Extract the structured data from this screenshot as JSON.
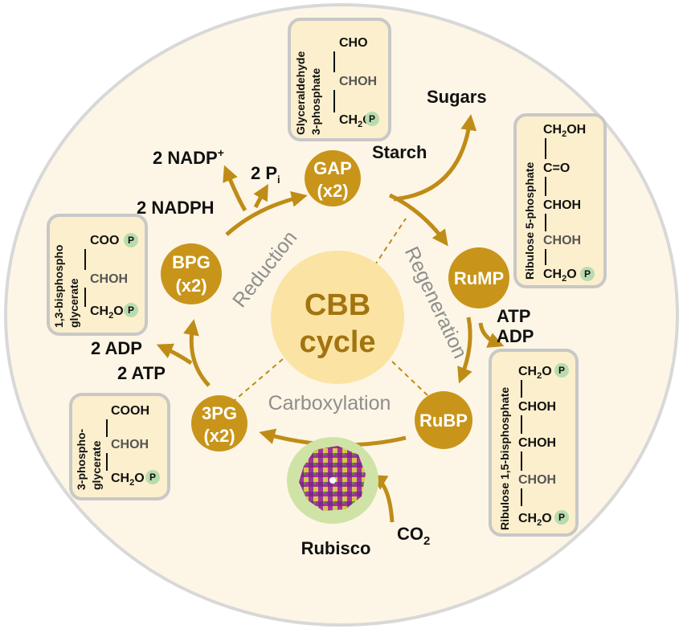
{
  "center": {
    "line1": "CBB",
    "line2": "cycle"
  },
  "nodes": {
    "gap": {
      "line1": "GAP",
      "line2": "(x2)"
    },
    "rump": {
      "line1": "RuMP"
    },
    "rubp": {
      "line1": "RuBP"
    },
    "pg3": {
      "line1": "3PG",
      "line2": "(x2)"
    },
    "bpg": {
      "line1": "BPG",
      "line2": "(x2)"
    }
  },
  "phases": {
    "reduction": "Reduction",
    "regeneration": "Regeneration",
    "carboxylation": "Carboxylation"
  },
  "cofactors": {
    "nadp_plus": "2 NADP",
    "nadp_plus_sup": "+",
    "pi": "2 P",
    "pi_sub": "i",
    "nadph": "2 NADPH",
    "adp2": "2 ADP",
    "atp2": "2 ATP",
    "atp": "ATP",
    "adp": "ADP",
    "sugars": "Sugars",
    "starch": "Starch",
    "co2": "CO",
    "co2_sub": "2",
    "rubisco": "Rubisco"
  },
  "molecules": {
    "gap": {
      "name1": "Glyceraldehyde",
      "name2": "3-phosphate",
      "r1": "CHO",
      "r2": "CHOH",
      "r3": "CH",
      "r3sub": "2",
      "r3b": "O"
    },
    "ru5p": {
      "name": "Ribulose 5-phosphate",
      "r1": "CH",
      "r1sub": "2",
      "r1b": "OH",
      "r2": "C=O",
      "r3": "CHOH",
      "r4": "CHOH",
      "r5": "CH",
      "r5sub": "2",
      "r5b": "O"
    },
    "bpg": {
      "name1": "1,3-bisphospho",
      "name2": "glycerate",
      "r1": "COO",
      "r2": "CHOH",
      "r3": "CH",
      "r3sub": "2",
      "r3b": "O"
    },
    "pg3": {
      "name1": "3-phospho-",
      "name2": "glycerate",
      "r1": "COOH",
      "r2": "CHOH",
      "r3": "CH",
      "r3sub": "2",
      "r3b": "O"
    },
    "rubp": {
      "name": "Ribulose 1,5-bisphosphate",
      "r1": "CH",
      "r1sub": "2",
      "r1b": "O",
      "r2": "CHOH",
      "r3": "CHOH",
      "r4": "CHOH",
      "r5": "CH",
      "r5sub": "2",
      "r5b": "O"
    }
  },
  "phosphate_symbol": "P",
  "colors": {
    "node": "#c8951a",
    "center": "#fbe3a3",
    "background_disc": "#fdf6e6",
    "arrow": "#bf8c17",
    "phosphate": "#b8dcae"
  }
}
